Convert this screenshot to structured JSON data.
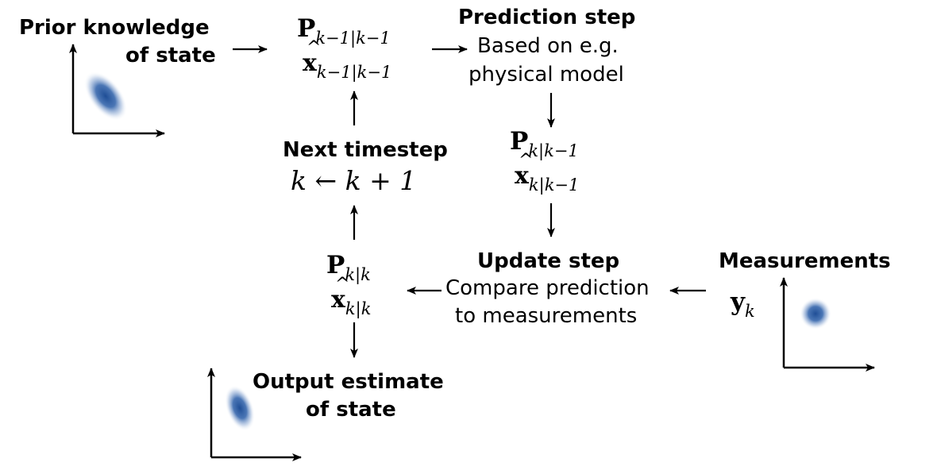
{
  "prior": {
    "line1": "Prior knowledge",
    "line2": "of state"
  },
  "prediction": {
    "title": "Prediction step",
    "line1": "Based on e.g.",
    "line2": "physical model"
  },
  "update": {
    "title": "Update step",
    "line1": "Compare prediction",
    "line2": "to measurements"
  },
  "next": {
    "title": "Next timestep",
    "k_left": "k",
    "arrow": "←",
    "k_right": "k + 1"
  },
  "measurements": {
    "title": "Measurements",
    "y_symbol": "y",
    "y_sub": "k"
  },
  "output": {
    "line1": "Output estimate",
    "line2": "of state"
  },
  "states": {
    "prev": {
      "P": "P",
      "P_sub": "k−1|k−1",
      "x": "x",
      "x_sub": "k−1|k−1"
    },
    "pred": {
      "P": "P",
      "P_sub": "k|k−1",
      "x": "x",
      "x_sub": "k|k−1"
    },
    "post": {
      "P": "P",
      "P_sub": "k|k",
      "x": "x",
      "x_sub": "k|k"
    }
  },
  "colors": {
    "blob": "#1f4e96",
    "arrow": "#000000"
  }
}
